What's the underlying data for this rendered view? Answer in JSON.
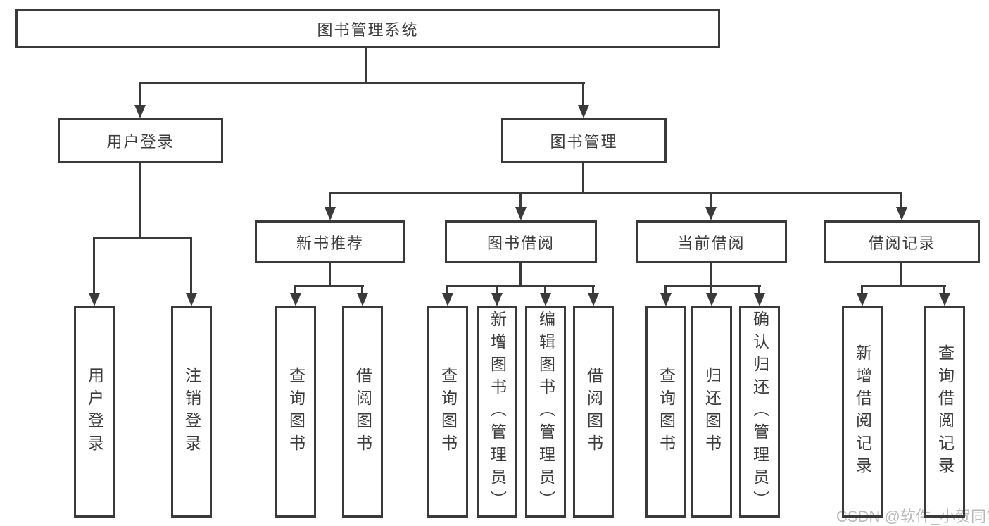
{
  "tree": {
    "root": {
      "label": "图书管理系统"
    },
    "branches": [
      {
        "label": "用户登录",
        "children": [
          {
            "label": "用户登录"
          },
          {
            "label": "注销登录"
          }
        ]
      },
      {
        "label": "图书管理",
        "children": [
          {
            "label": "新书推荐",
            "children": [
              {
                "label": "查询图书"
              },
              {
                "label": "借阅图书"
              }
            ]
          },
          {
            "label": "图书借阅",
            "children": [
              {
                "label": "查询图书"
              },
              {
                "label": "新增图书（管理员）"
              },
              {
                "label": "编辑图书（管理员）"
              },
              {
                "label": "借阅图书"
              }
            ]
          },
          {
            "label": "当前借阅",
            "children": [
              {
                "label": "查询图书"
              },
              {
                "label": "归还图书"
              },
              {
                "label": "确认归还（管理员）"
              }
            ]
          },
          {
            "label": "借阅记录",
            "children": [
              {
                "label": "新增借阅记录"
              },
              {
                "label": "查询借阅记录"
              }
            ]
          }
        ]
      }
    ]
  },
  "watermark": {
    "text": "CSDN @软件_小贺同学"
  },
  "colors": {
    "line": "#3a3a3a",
    "text": "#3c3c3c",
    "watermark": "#b9b9b9",
    "background": "#ffffff"
  }
}
